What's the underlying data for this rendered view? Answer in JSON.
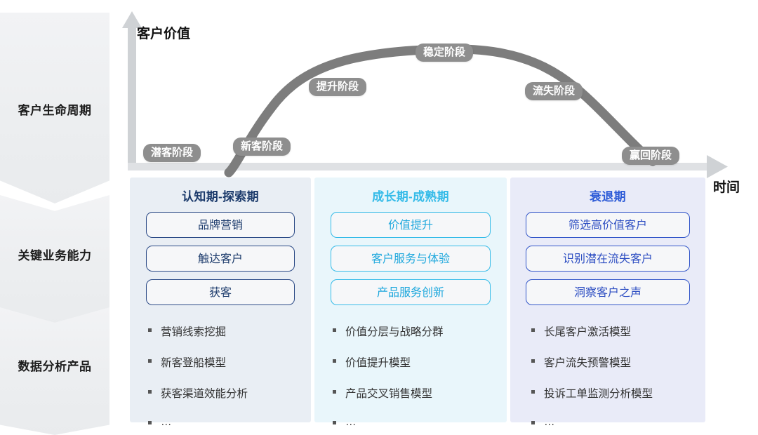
{
  "sidebar": {
    "bands": [
      {
        "label": "客户生命周期"
      },
      {
        "label": "关键业务能力"
      },
      {
        "label": "数据分析产品"
      }
    ]
  },
  "chart": {
    "y_axis_label": "客户价值",
    "x_axis_label": "时间",
    "stages": [
      {
        "label": "潜客阶段"
      },
      {
        "label": "新客阶段"
      },
      {
        "label": "提升阶段"
      },
      {
        "label": "稳定阶段"
      },
      {
        "label": "流失阶段"
      },
      {
        "label": "赢回阶段"
      }
    ]
  },
  "panels": [
    {
      "title": "认知期-探索期",
      "accent": "#1b3a6b",
      "background": "#e9eef4",
      "capabilities": [
        "品牌营销",
        "触达客户",
        "获客"
      ],
      "products": [
        "营销线索挖掘",
        "新客登船模型",
        "获客渠道效能分析",
        "…"
      ]
    },
    {
      "title": "成长期-成熟期",
      "accent": "#1fa8dd",
      "background": "#e9f6fb",
      "capabilities": [
        "价值提升",
        "客户服务与体验",
        "产品服务创新"
      ],
      "products": [
        "价值分层与战略分群",
        "价值提升模型",
        "产品交叉销售模型",
        "…"
      ]
    },
    {
      "title": "衰退期",
      "accent": "#2d4ec2",
      "background": "#e9ebf8",
      "capabilities": [
        "筛选高价值客户",
        "识别潜在流失客户",
        "洞察客户之声"
      ],
      "products": [
        "长尾客户激活模型",
        "客户流失预警模型",
        "投诉工单监测分析模型",
        "…"
      ]
    }
  ],
  "chart_data": {
    "type": "line",
    "title": "",
    "xlabel": "时间",
    "ylabel": "客户价值",
    "curve_points": [
      {
        "stage": "潜客阶段",
        "x": 0,
        "y": 0
      },
      {
        "stage": "新客阶段",
        "x": 15,
        "y": 5
      },
      {
        "stage": "提升阶段",
        "x": 38,
        "y": 55
      },
      {
        "stage": "稳定阶段",
        "x": 58,
        "y": 96
      },
      {
        "stage": "流失阶段",
        "x": 75,
        "y": 62
      },
      {
        "stage": "赢回阶段",
        "x": 92,
        "y": 8
      }
    ],
    "grid": false,
    "legend": "none"
  }
}
